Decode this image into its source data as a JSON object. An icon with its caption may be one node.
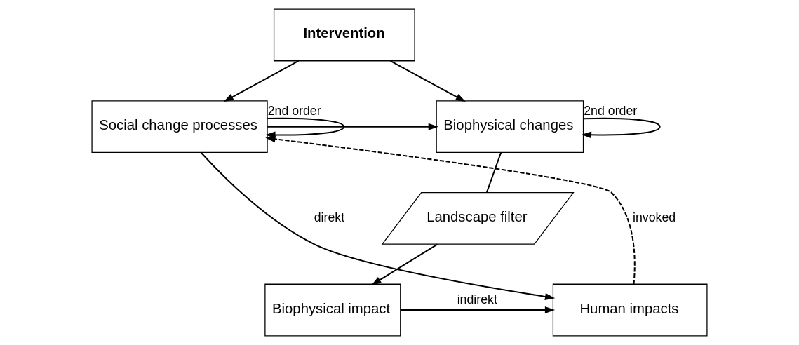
{
  "diagram": {
    "nodes": [
      {
        "text": [
          "Intervention"
        ]
      },
      {
        "text": [
          "Biophysical changes"
        ]
      },
      {
        "text": [
          "Social change processes"
        ]
      },
      {
        "text": [
          "Landscape filter"
        ]
      },
      {
        "text": [
          "Biophysical impact"
        ]
      },
      {
        "text": [
          "Human impacts"
        ]
      }
    ],
    "edges": [
      {
        "from": 0,
        "to": 1,
        "arrow": "to"
      },
      {
        "from": 0,
        "to": 2,
        "arrow": "to"
      },
      {
        "from": 2,
        "to": 1,
        "arrow": "to"
      },
      {
        "from": 1,
        "to": 1,
        "arrow": "to",
        "label": "2nd order"
      },
      {
        "from": 2,
        "to": 2,
        "arrow": "to",
        "label": "2nd order"
      },
      {
        "from": 1,
        "to": 3,
        "arrow": "none"
      },
      {
        "from": 3,
        "to": 4,
        "arrow": "to"
      },
      {
        "from": 2,
        "to": 5,
        "arrow": "to",
        "label": "direkt"
      },
      {
        "from": 5,
        "to": 2,
        "arrow": "to",
        "label": "invoked",
        "style": "dashed"
      },
      {
        "from": 4,
        "to": 5,
        "arrow": "to",
        "label": "indirekt"
      }
    ]
  }
}
